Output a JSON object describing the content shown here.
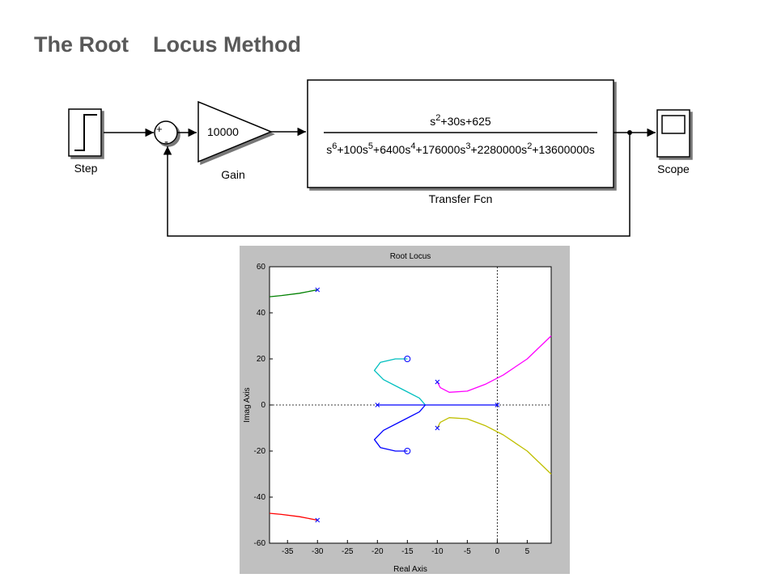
{
  "slide": {
    "title": "The Root    Locus Method"
  },
  "block_diagram": {
    "step": {
      "label": "Step"
    },
    "sum": {
      "plus": "+",
      "minus": "-"
    },
    "gain": {
      "value": "10000",
      "label": "Gain"
    },
    "transfer_fcn": {
      "label": "Transfer Fcn",
      "numerator": [
        {
          "t": "s",
          "sup": false
        },
        {
          "t": "2",
          "sup": true
        },
        {
          "t": "+30s+625",
          "sup": false
        }
      ],
      "denominator": [
        {
          "t": "s",
          "sup": false
        },
        {
          "t": "6",
          "sup": true
        },
        {
          "t": "+100s",
          "sup": false
        },
        {
          "t": "5",
          "sup": true
        },
        {
          "t": "+6400s",
          "sup": false
        },
        {
          "t": "4",
          "sup": true
        },
        {
          "t": "+176000s",
          "sup": false
        },
        {
          "t": "3",
          "sup": true
        },
        {
          "t": "+2280000s",
          "sup": false
        },
        {
          "t": "2",
          "sup": true
        },
        {
          "t": "+13600000s",
          "sup": false
        }
      ]
    },
    "scope": {
      "label": "Scope"
    }
  },
  "chart_data": {
    "type": "line",
    "title": "Root Locus",
    "xlabel": "Real Axis",
    "ylabel": "Imag Axis",
    "xlim": [
      -38,
      9
    ],
    "ylim": [
      -60,
      60
    ],
    "xticks": [
      -35,
      -30,
      -25,
      -20,
      -15,
      -10,
      -5,
      0,
      5
    ],
    "yticks": [
      60,
      40,
      20,
      0,
      -20,
      -40,
      -60
    ],
    "grid": false,
    "reference_lines": {
      "real_axis_y": 0,
      "imag_axis_x": 0
    },
    "poles": [
      [
        0,
        0
      ],
      [
        -20,
        0
      ],
      [
        -10,
        10
      ],
      [
        -10,
        -10
      ],
      [
        -30,
        50
      ],
      [
        -30,
        -50
      ]
    ],
    "zeros": [
      [
        -15,
        20
      ],
      [
        -15,
        -20
      ]
    ],
    "series": [
      {
        "color": "#008000",
        "points": [
          [
            -30,
            50
          ],
          [
            -33,
            48.5
          ],
          [
            -36,
            47.5
          ],
          [
            -38,
            47
          ]
        ]
      },
      {
        "color": "#ff0000",
        "points": [
          [
            -30,
            -50
          ],
          [
            -33,
            -48.5
          ],
          [
            -36,
            -47.5
          ],
          [
            -38,
            -47
          ]
        ]
      },
      {
        "color": "#00bfbf",
        "points": [
          [
            -12,
            0
          ],
          [
            -13,
            3
          ],
          [
            -16,
            7
          ],
          [
            -19,
            11
          ],
          [
            -20.5,
            15
          ],
          [
            -19.5,
            18.5
          ],
          [
            -17,
            20
          ],
          [
            -15,
            20
          ]
        ]
      },
      {
        "color": "#0000ff",
        "points": [
          [
            -12,
            0
          ],
          [
            -13,
            -3
          ],
          [
            -16,
            -7
          ],
          [
            -19,
            -11
          ],
          [
            -20.5,
            -15
          ],
          [
            -19.5,
            -18.5
          ],
          [
            -17,
            -20
          ],
          [
            -15,
            -20
          ]
        ]
      },
      {
        "color": "#0000ff",
        "points": [
          [
            -20,
            0
          ],
          [
            -12,
            0
          ],
          [
            0,
            0
          ]
        ]
      },
      {
        "color": "#ff00ff",
        "points": [
          [
            -10,
            10
          ],
          [
            -9.5,
            7.5
          ],
          [
            -8,
            5.5
          ],
          [
            -5,
            6
          ],
          [
            -2,
            9
          ],
          [
            1,
            13
          ],
          [
            5,
            20
          ],
          [
            9,
            30
          ]
        ]
      },
      {
        "color": "#bfbf00",
        "points": [
          [
            -10,
            -10
          ],
          [
            -9.5,
            -7.5
          ],
          [
            -8,
            -5.5
          ],
          [
            -5,
            -6
          ],
          [
            -2,
            -9
          ],
          [
            1,
            -13
          ],
          [
            5,
            -20
          ],
          [
            9,
            -30
          ]
        ]
      }
    ],
    "colors": {
      "frame_background": "#c0c0c0",
      "axes_background": "#ffffff",
      "pole_marker": "#0000ff",
      "zero_marker": "#0000ff"
    }
  }
}
